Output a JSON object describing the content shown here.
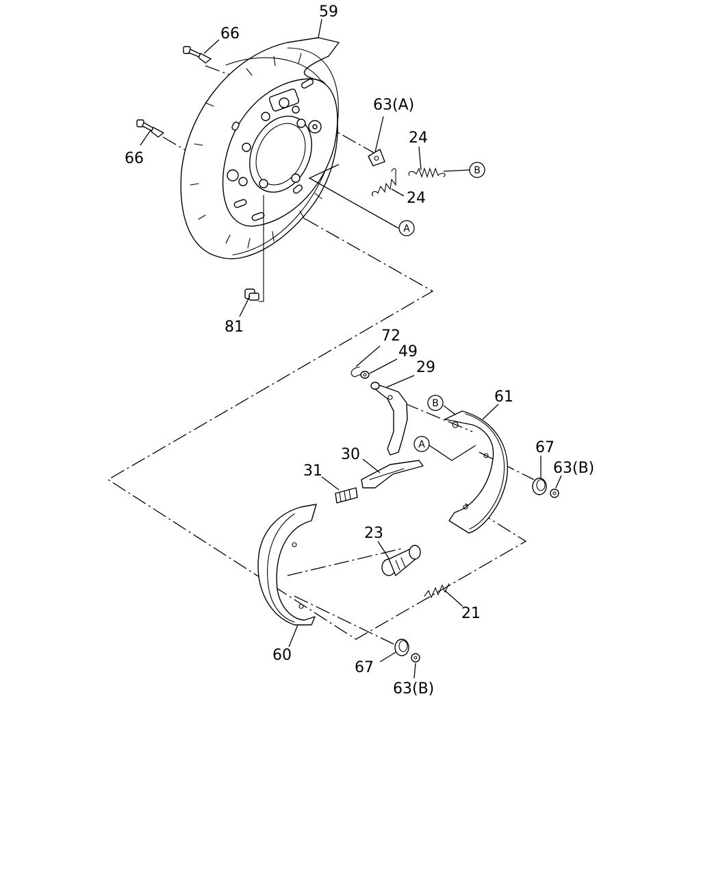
{
  "callouts": {
    "c59": "59",
    "c66a": "66",
    "c66b": "66",
    "c63a": "63(A)",
    "c24a": "24",
    "c24b": "24",
    "cB1": "B",
    "cA1": "A",
    "c81": "81",
    "c72": "72",
    "c49": "49",
    "c29": "29",
    "cB2": "B",
    "c61": "61",
    "cA2": "A",
    "c30": "30",
    "c67a": "67",
    "c63b1": "63(B)",
    "c31": "31",
    "c23": "23",
    "c21": "21",
    "c60": "60",
    "c67b": "67",
    "c63b2": "63(B)"
  }
}
